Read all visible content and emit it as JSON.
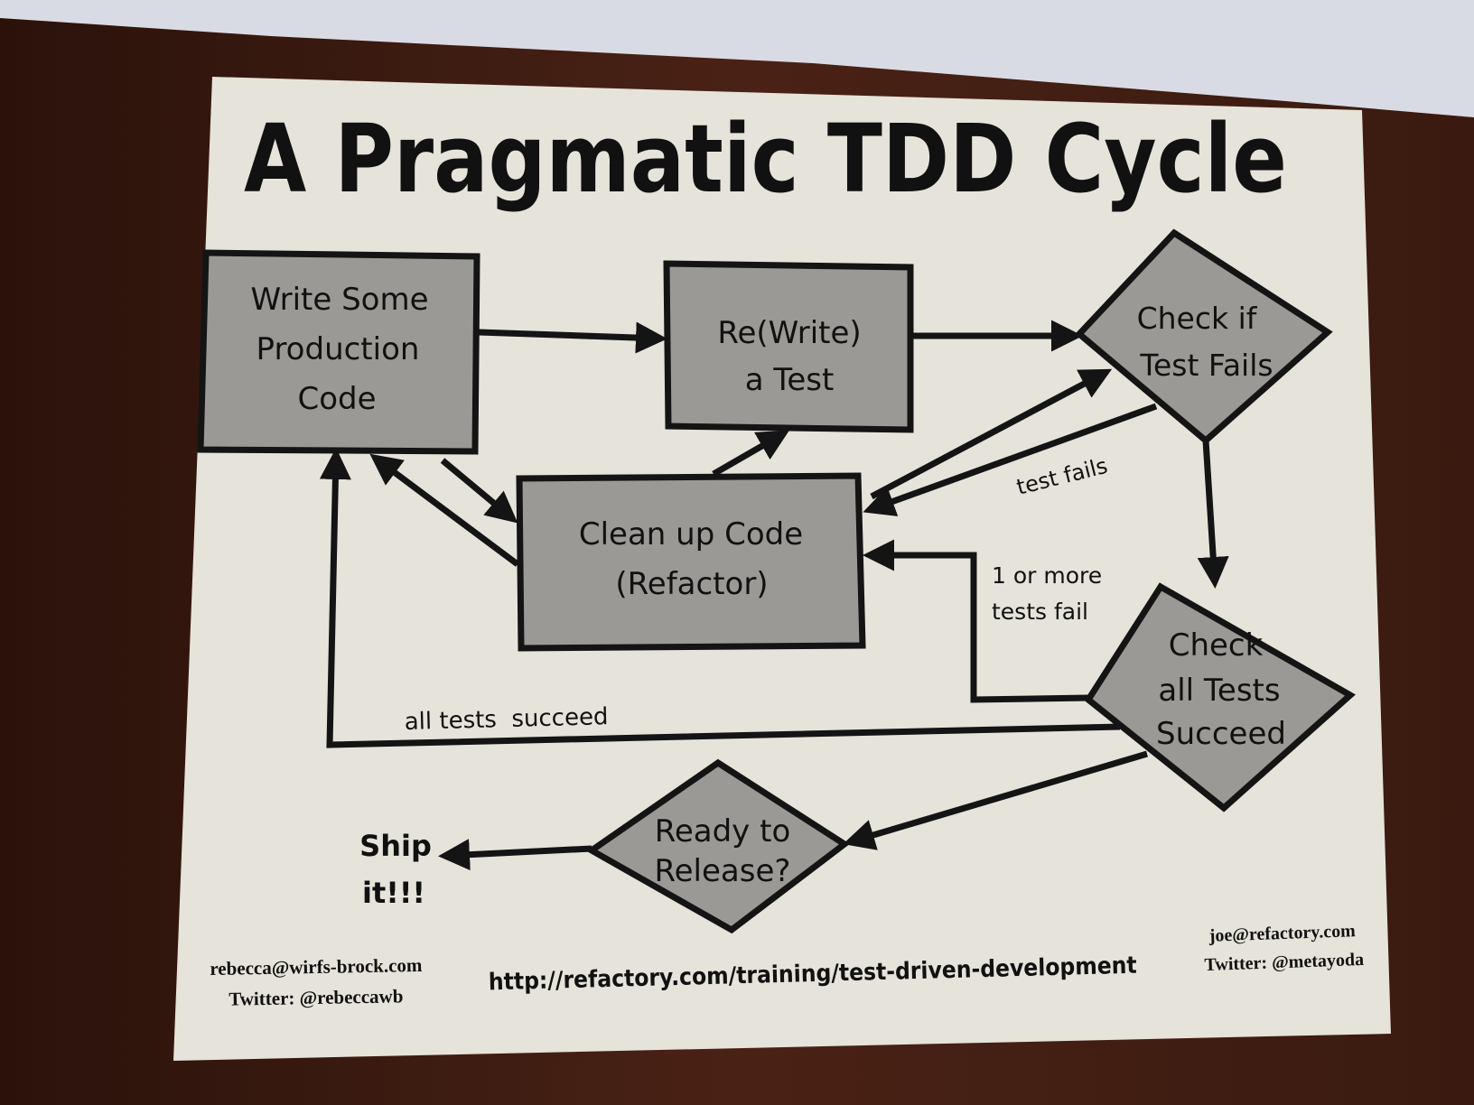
{
  "title": "A Pragmatic TDD Cycle",
  "nodes": {
    "write_code": [
      "Write Some",
      "Production",
      "Code"
    ],
    "rewrite_test": [
      "Re(Write)",
      "a Test"
    ],
    "check_test_fails": [
      "Check if",
      "Test Fails"
    ],
    "clean_up": [
      "Clean up Code",
      "(Refactor)"
    ],
    "check_all_tests": [
      "Check",
      "all Tests",
      "Succeed"
    ],
    "ready_release": [
      "Ready to",
      "Release?"
    ],
    "ship_it": [
      "Ship",
      "it!!!"
    ]
  },
  "edge_labels": {
    "test_fails": "test fails",
    "more_fail_1": "1 or more",
    "more_fail_2": "tests fail",
    "all_succeed": "all tests  succeed"
  },
  "footer": {
    "left_email": "rebecca@wirfs-brock.com",
    "left_twitter": "Twitter: @rebeccawb",
    "url": "http://refactory.com/training/test-driven-development",
    "right_email": "joe@refactory.com",
    "right_twitter": "Twitter: @metayoda"
  }
}
